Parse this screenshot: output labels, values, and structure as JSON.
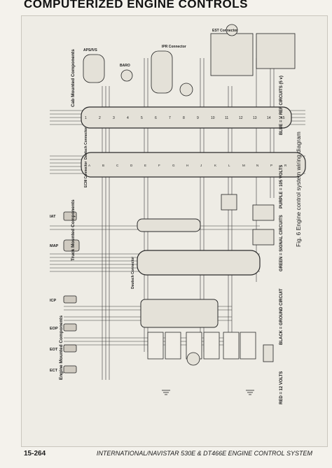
{
  "header": {
    "title": "COMPUTERIZED ENGINE CONTROLS"
  },
  "footer": {
    "page_number": "15-264",
    "doc_title": "INTERNATIONAL/NAVISTAR 530E & DT466E ENGINE CONTROL SYSTEM"
  },
  "diagram": {
    "figure_caption": "Fig. 6  Engine control system wiring diagram",
    "sections": {
      "cab": "Cab Mounted Components",
      "truck": "Truck Mounted Components",
      "engine": "Engine Mounted Components"
    },
    "connectors": {
      "ecm": "ECM Connector",
      "deutsch_cab": "Deutsch Connector",
      "deutsch_truck": "Deutsch Connector",
      "ipr": "IPR Connector",
      "est": "EST Connector"
    },
    "sensors": {
      "icp": "ICP",
      "eop": "EOP",
      "eot": "EOT",
      "ect": "ECT",
      "map": "MAP",
      "iat": "IAT",
      "baro": "BARO",
      "apsivs": "APS/IVS"
    },
    "legend": {
      "red": "RED = 12 VOLTS",
      "black": "BLACK = GROUND CIRCUIT",
      "green": "GREEN = SIGNAL CIRCUITS",
      "purple": "PURPLE = 105 VOLTS",
      "blue": "BLUE = V REF CIRCUITS (5 v)"
    }
  }
}
